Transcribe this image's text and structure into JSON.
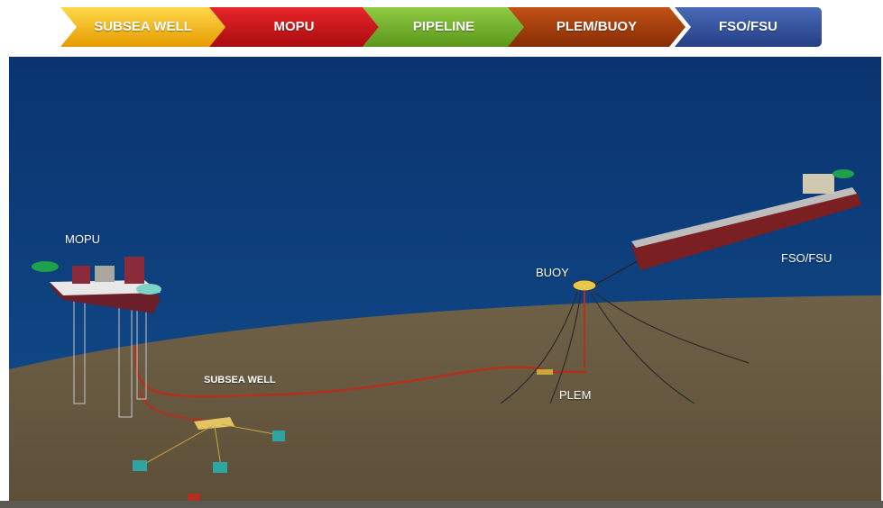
{
  "process_chain": [
    {
      "label": "SUBSEA WELL",
      "color": "#f0b400"
    },
    {
      "label": "MOPU",
      "color": "#cc1417"
    },
    {
      "label": "PIPELINE",
      "color": "#6fae2a"
    },
    {
      "label": "PLEM/BUOY",
      "color": "#a13a0c"
    },
    {
      "label": "FSO/FSU",
      "color": "#2f4f9a"
    }
  ],
  "scene": {
    "labels": {
      "mopu": "MOPU",
      "subsea_well": "SUBSEA WELL",
      "buoy": "BUOY",
      "plem": "PLEM",
      "fso": "FSO/FSU"
    },
    "colors": {
      "sea": "#0c3d78",
      "seabed": "#6b5a3e",
      "pipeline": "#b3301e"
    }
  }
}
